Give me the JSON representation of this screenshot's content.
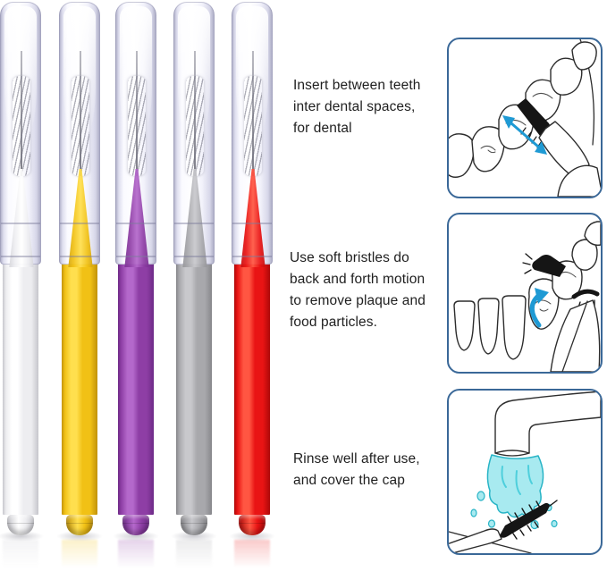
{
  "product": {
    "description": "interdental brushes with caps",
    "brushes": [
      {
        "color_name": "white",
        "edge": "#c6c6cc",
        "mid": "#ededf0",
        "light": "#ffffff",
        "refl": "#cfcfd6"
      },
      {
        "color_name": "yellow",
        "edge": "#c1920a",
        "mid": "#f1c115",
        "light": "#ffdf4e",
        "refl": "#f1c115"
      },
      {
        "color_name": "purple",
        "edge": "#6d2a87",
        "mid": "#8e3ea5",
        "light": "#b468cb",
        "refl": "#8e3ea5"
      },
      {
        "color_name": "gray",
        "edge": "#87878b",
        "mid": "#a8a8ac",
        "light": "#c8c8cc",
        "refl": "#a8a8ac"
      },
      {
        "color_name": "red",
        "edge": "#ad0909",
        "mid": "#e91414",
        "light": "#ff5642",
        "refl": "#e91414"
      }
    ]
  },
  "instructions": [
    {
      "step": 1,
      "text": "Insert between teeth\ninter dental spaces,\nfor dental"
    },
    {
      "step": 2,
      "text": "Use soft bristles do\nback and forth motion\nto remove plaque and\nfood particles."
    },
    {
      "step": 3,
      "text": "Rinse well after use,\nand cover the cap"
    }
  ],
  "panels": [
    {
      "step": 1,
      "illustration": "brush inserted between molars with two-way blue arrow"
    },
    {
      "step": 2,
      "illustration": "brush sweeping behind tooth with curved blue arrow"
    },
    {
      "step": 3,
      "illustration": "faucet rinsing brush with water"
    }
  ],
  "colors": {
    "panel_border": "#3a6898",
    "arrow": "#1f9ad4",
    "water_fill": "#a8eaf0",
    "water_stroke": "#28b4c6",
    "line": "#2d2d2d",
    "text": "#1f1f1f",
    "background": "#ffffff"
  }
}
